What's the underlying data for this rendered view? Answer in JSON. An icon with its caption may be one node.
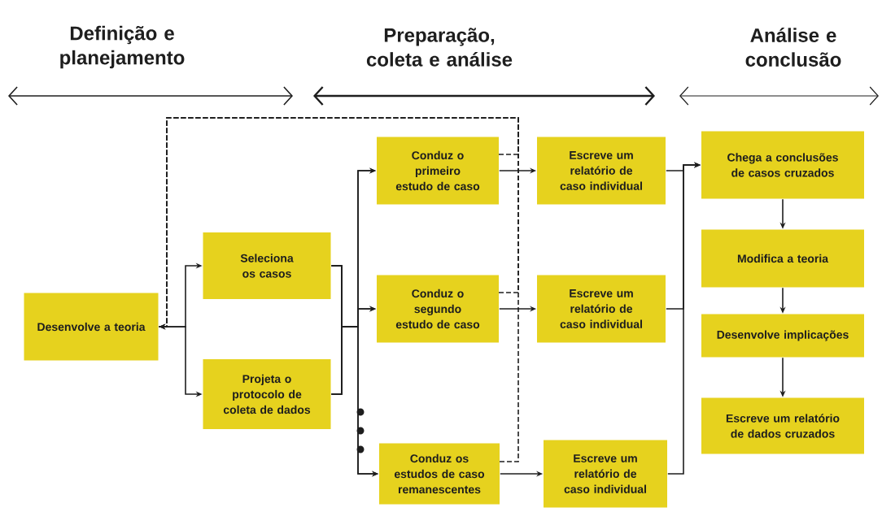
{
  "diagram": {
    "nodes": [
      {
        "text": [
          "Desenvolve a teoria"
        ]
      },
      {
        "text": [
          "Seleciona os casos"
        ]
      },
      {
        "text": [
          "Projeta o protocolo de coleta de dados"
        ]
      },
      {
        "text": [
          "Conduz o primeiro estudo de caso"
        ]
      },
      {
        "text": [
          "Conduz o segundo estudo de caso"
        ]
      },
      {
        "text": [
          "Conduz os estudos de caso remanescentes"
        ]
      },
      {
        "text": [
          "Escreve um relatório de caso individual"
        ]
      },
      {
        "text": [
          "Escreve um relatório de caso individual"
        ]
      },
      {
        "text": [
          "Escreve um relatório de caso individual"
        ]
      },
      {
        "text": [
          "Chega a conclusões de casos cruzados"
        ]
      },
      {
        "text": [
          "Modifica a teoria"
        ]
      },
      {
        "text": [
          "Desenvolve implicações"
        ]
      },
      {
        "text": [
          "Escreve um relatório de dados cruzados"
        ]
      }
    ],
    "edges": [
      {
        "from": 0,
        "to": 1,
        "arrow": "to"
      },
      {
        "from": 0,
        "to": 2,
        "arrow": "to"
      },
      {
        "from": 1,
        "to": 3,
        "arrow": "to"
      },
      {
        "from": 1,
        "to": 4,
        "arrow": "to"
      },
      {
        "from": 1,
        "to": 5,
        "arrow": "to"
      },
      {
        "from": 2,
        "to": 3,
        "arrow": "to"
      },
      {
        "from": 2,
        "to": 4,
        "arrow": "to"
      },
      {
        "from": 2,
        "to": 5,
        "arrow": "to"
      },
      {
        "from": 3,
        "to": 6,
        "arrow": "to"
      },
      {
        "from": 4,
        "to": 7,
        "arrow": "to"
      },
      {
        "from": 5,
        "to": 8,
        "arrow": "to"
      },
      {
        "from": 3,
        "to": 0,
        "arrow": "to",
        "style": "dashed"
      },
      {
        "from": 4,
        "to": 0,
        "arrow": "to",
        "style": "dashed"
      },
      {
        "from": 5,
        "to": 0,
        "arrow": "to",
        "style": "dashed"
      },
      {
        "from": 6,
        "to": 9,
        "arrow": "to"
      },
      {
        "from": 7,
        "to": 9,
        "arrow": "to"
      },
      {
        "from": 8,
        "to": 9,
        "arrow": "to"
      },
      {
        "from": 9,
        "to": 10,
        "arrow": "to"
      },
      {
        "from": 10,
        "to": 11,
        "arrow": "to"
      },
      {
        "from": 11,
        "to": 12,
        "arrow": "to"
      }
    ],
    "labels": [
      "Definição e planejamento",
      "Preparação, coleta e análise",
      "Análise e conclusão"
    ]
  }
}
